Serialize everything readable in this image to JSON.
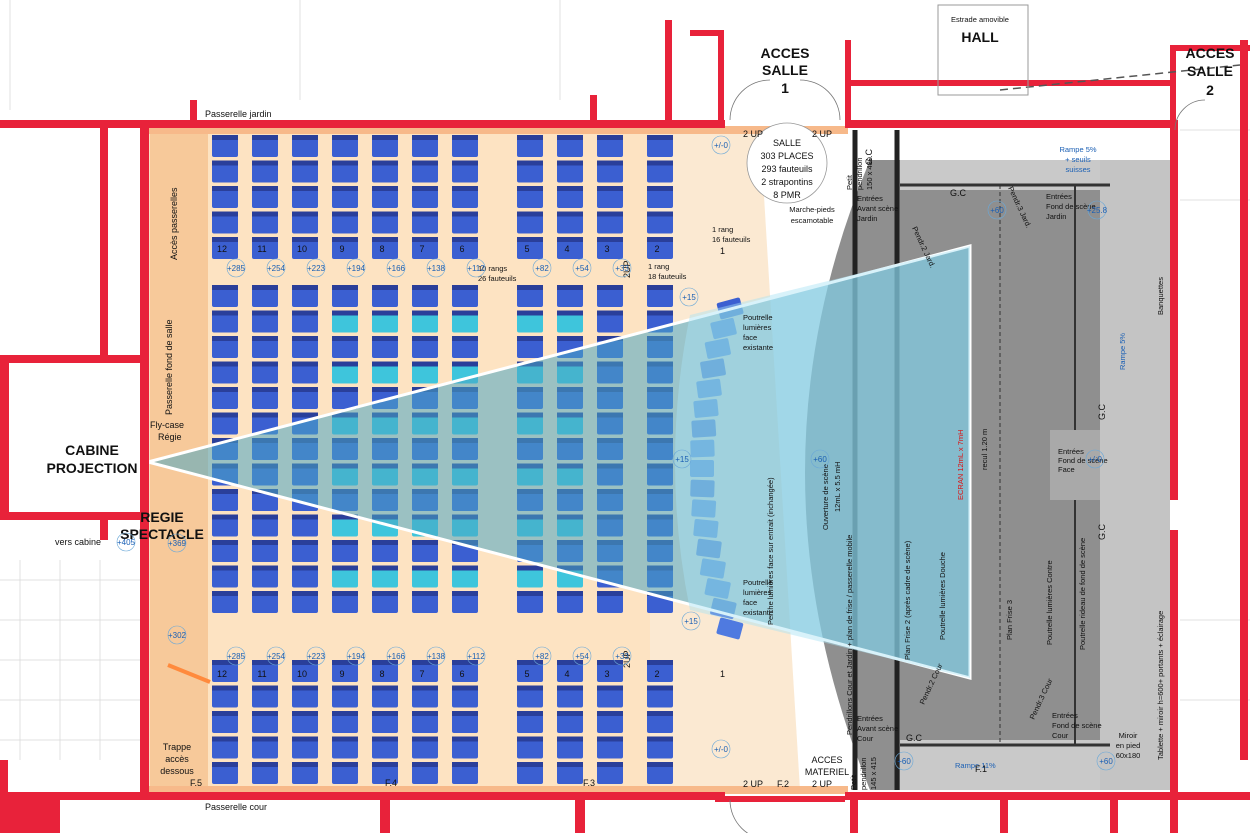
{
  "labels": {
    "acces_salle_1": [
      "ACCES",
      "SALLE",
      "1"
    ],
    "hall": "HALL",
    "estrade": "Estrade amovible",
    "acces_salle_2": [
      "ACCES",
      "SALLE",
      "2"
    ],
    "passerelle_jardin": "Passerelle jardin",
    "passerelle_cour": "Passerelle cour",
    "acces_passerelles": "Accès passerelles",
    "passerelle_fond": "Passerelle fond de salle",
    "fly_case": [
      "Fly-case",
      "Régie"
    ],
    "cabine": [
      "CABINE",
      "PROJECTION"
    ],
    "regie": [
      "REGIE",
      "SPECTACLE"
    ],
    "vers_cabine": "vers cabine",
    "trappe": [
      "Trappe",
      "accès",
      "dessous"
    ],
    "salle": [
      "SALLE",
      "303 PLACES",
      "293 fauteuils",
      "2 strapontins",
      "8 PMR"
    ],
    "marche_pieds": [
      "Marche-pieds",
      "escamotable"
    ],
    "rangs_10": [
      "10 rangs",
      "26 fauteuils"
    ],
    "rang_1a": [
      "1 rang",
      "16 fauteuils"
    ],
    "rang_1b": [
      "1 rang",
      "18 fauteuils"
    ],
    "poutrelle_top": [
      "Poutrelle",
      "lumières",
      "face",
      "existante"
    ],
    "poutrelle_bottom": [
      "Poutrelle",
      "lumières",
      "face",
      "existante"
    ],
    "perche": "Perche lumières face sur entrait (inchangée)",
    "ouverture": [
      "Ouverture de scène",
      "12mL x 5.5 mH"
    ],
    "ecran": "ECRAN 12mL x 7mH",
    "recul": "recul 1.20 m",
    "pendrillons": "Pendrillons Cour et Jardin + plan de frise / passerelle mobile",
    "plan_frise2": "Plan Frise 2 (après cadre de scène)",
    "poutrelle_douche": "Poutrelle lumières Douche",
    "plan_frise3": "Plan Frise 3",
    "poutrelle_contre": "Poutrelle lumières Contre",
    "poutrelle_rideau": "Poutrelle rideau de fond de scène",
    "tablette": "Tablette + miroir h=600+ portants + éclairage",
    "banquettes": "Banquettes",
    "rampe5_top": [
      "Rampe 5%",
      "+ seuils",
      "suisses"
    ],
    "rampe5_right": "Rampe 5%",
    "rampe11": "Rampe 11%",
    "entrees_avant_jardin": [
      "Entrées",
      "Avant scène",
      "Jardin"
    ],
    "entrees_fond_jardin": [
      "Entrées",
      "Fond de scène",
      "Jardin"
    ],
    "entrees_fond_face": [
      "Entrées",
      "Fond de scène",
      "Face"
    ],
    "entrees_avant_cour": [
      "Entrées",
      "Avant scène",
      "Cour"
    ],
    "entrees_fond_cour": [
      "Entrées",
      "Fond de scène",
      "Cour"
    ],
    "pendrillon_top": [
      "Petit",
      "pendrillon",
      "150 x 480"
    ],
    "pendrillon_bottom": [
      "Petit",
      "pendrillon",
      "145 x 415"
    ],
    "miroir": [
      "Miroir",
      "en pied",
      "60x180"
    ],
    "acces_materiel": [
      "ACCES",
      "MATERIEL"
    ],
    "gc": "G.C",
    "up2": "2 UP",
    "up2_vertical": "2UP",
    "f1": "F.1",
    "f2": "F.2",
    "f3": "F.3",
    "f4": "F.4",
    "f5": "F.5",
    "pend2_jard": "Pendr.2 Jard.",
    "pend3_jard": "Pendr.3 Jard.",
    "pend2_cour": "Pendr.2 Cour",
    "pend3_cour": "Pendr.3 Cour",
    "row_numbers": [
      "12",
      "11",
      "10",
      "9",
      "8",
      "7",
      "6",
      "5",
      "4",
      "3",
      "2"
    ],
    "rang1": "1",
    "elev_top": [
      "+285",
      "+254",
      "+223",
      "+194",
      "+166",
      "+138",
      "+112",
      "+82",
      "+54",
      "+33"
    ],
    "elev_misc": [
      "+405",
      "+369",
      "+302",
      "+15",
      "+15",
      "+15",
      "+60",
      "+60",
      "+60",
      "+25.8",
      "+/-0",
      "+/-0",
      "+/-0",
      "+60"
    ]
  },
  "colors": {
    "wall": "#e8223a",
    "seating_floor": "#fde3c2",
    "aisle": "#f5c48c",
    "seat_blue": "#3b5fd1",
    "seat_cyan": "#3ec5dc",
    "stage_grey": "#8c8c8c",
    "sightline": "#4ba6c2"
  }
}
